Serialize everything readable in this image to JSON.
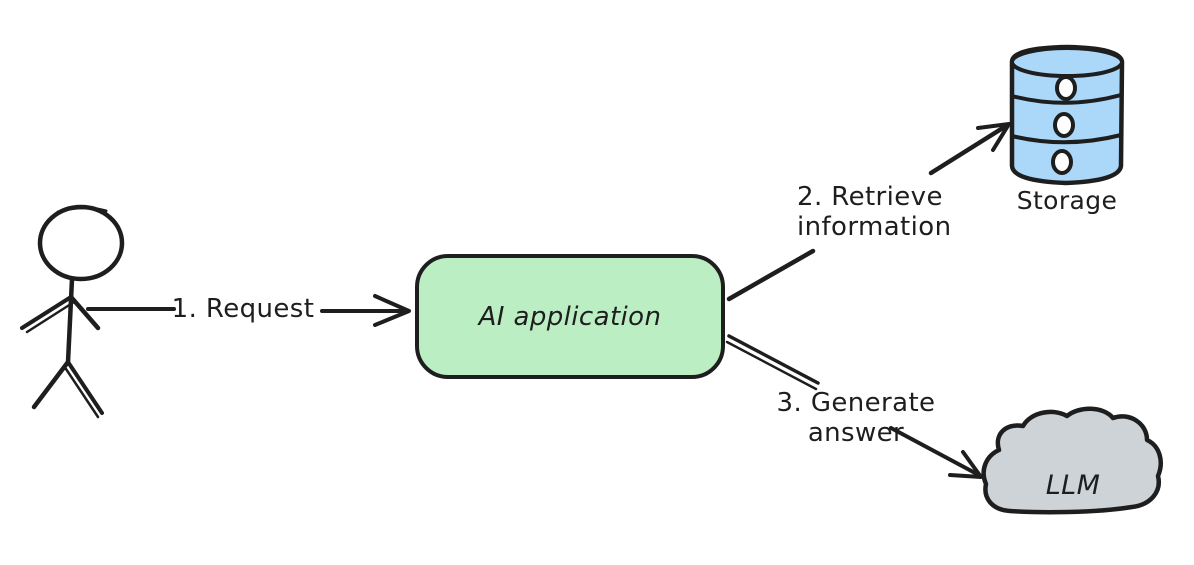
{
  "canvas": {
    "background": "#ffffff",
    "type": "hand-drawn flow diagram"
  },
  "colors": {
    "stroke": "#1e1e1e",
    "ai_box_fill": "#bceec4",
    "storage_fill": "#abd7f8",
    "cloud_fill": "#ced3d7",
    "hole_fill": "#ffffff"
  },
  "actor": {
    "icon": "stick-figure-icon"
  },
  "nodes": {
    "ai_application": {
      "label": "AI application",
      "shape": "rounded-rectangle"
    },
    "storage": {
      "label": "Storage",
      "shape": "database-cylinder"
    },
    "llm": {
      "label": "LLM",
      "shape": "cloud"
    }
  },
  "edges": {
    "request": {
      "label": "1. Request",
      "from": "user",
      "to": "ai_application"
    },
    "retrieve": {
      "label": "2. Retrieve\ninformation",
      "from": "ai_application",
      "to": "storage"
    },
    "generate": {
      "label": "3. Generate answer",
      "from": "ai_application",
      "to": "llm"
    }
  }
}
